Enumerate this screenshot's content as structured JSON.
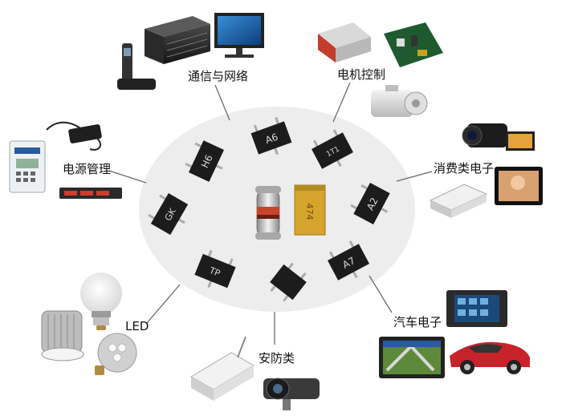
{
  "labels": {
    "telecom": "通信与网络",
    "motor": "电机控制",
    "power": "电源管理",
    "consumer": "消费类电子",
    "led": "LED",
    "auto": "汽车电子",
    "security": "安防类"
  },
  "chip_markings": {
    "top_center": "A6",
    "top_left": "H6",
    "top_right": "1T1",
    "left": "GK",
    "right": "A2",
    "bottom_left": "TP",
    "bottom_right": "A7",
    "gold_chip": "474"
  },
  "colors": {
    "ellipse": "#ededed",
    "chip": "#1c1c1c",
    "gold": "#d4a52a",
    "line": "#6a6a6a"
  }
}
